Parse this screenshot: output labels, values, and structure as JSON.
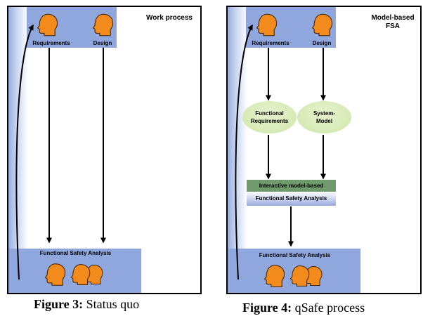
{
  "figure3": {
    "title": "Work process",
    "requirements_label": "Requirements",
    "design_label": "Design",
    "fsa_label": "Functional Safety Analysis",
    "caption_bold": "Figure 3:",
    "caption_text": " Status quo"
  },
  "figure4": {
    "title_line1": "Model-based",
    "title_line2": "FSA",
    "requirements_label": "Requirements",
    "design_label": "Design",
    "functional_req_line1": "Functional",
    "functional_req_line2": "Requirements",
    "system_model_line1": "System-",
    "system_model_line2": "Model",
    "interactive_line1": "Interactive model-based",
    "interactive_line2": "Functional Safety Analysis",
    "fsa_label": "Functional Safety Analysis",
    "caption_bold": "Figure 4:",
    "caption_text": " qSafe process"
  },
  "colors": {
    "head_fill": "#f28a1c",
    "head_stroke": "#3a2000",
    "band": "#8fa7dc",
    "ellipse": "#cfe6a8",
    "interactive_top": "#6f9a6c"
  },
  "icons": [
    "person-head-icon"
  ]
}
